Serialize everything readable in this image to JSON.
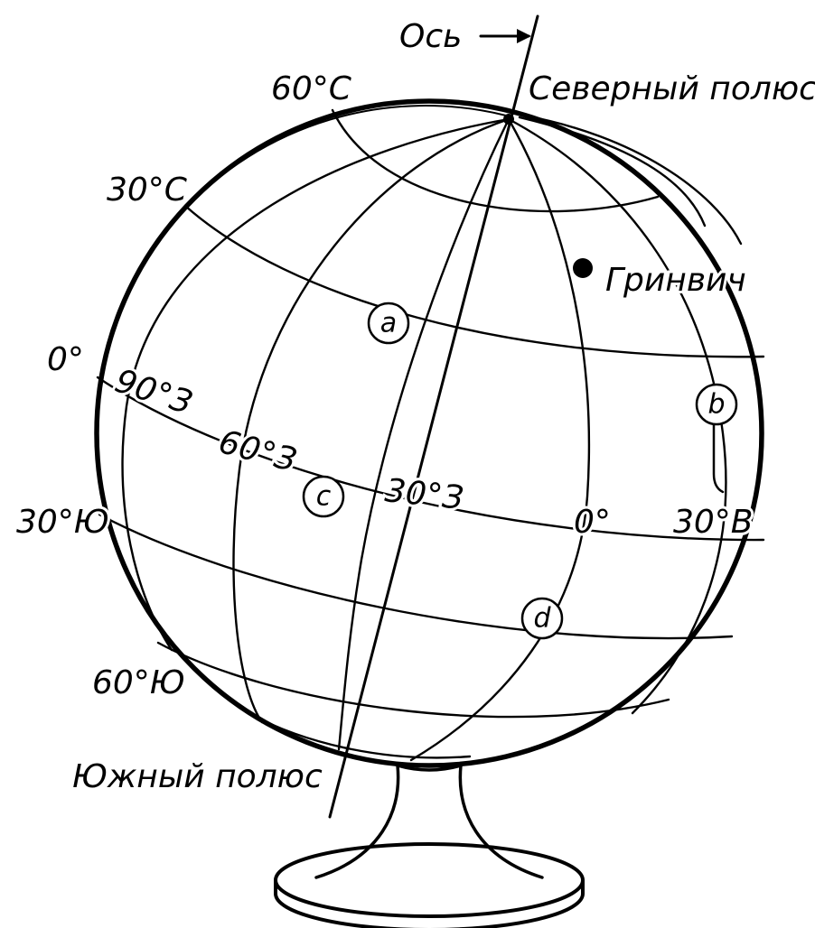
{
  "labels": {
    "axis": "Ось",
    "north_pole": "Северный полюс",
    "south_pole": "Южный полюс",
    "greenwich": "Гринвич",
    "lat_60n": "60°С",
    "lat_30n": "30°С",
    "lat_0": "0°",
    "lat_30s": "30°Ю",
    "lat_60s": "60°Ю",
    "lon_90w": "90°З",
    "lon_60w": "60°З",
    "lon_30w": "30°З",
    "lon_0": "0°",
    "lon_30e": "30°В"
  },
  "markers": {
    "a": "a",
    "b": "b",
    "c": "c",
    "d": "d"
  }
}
